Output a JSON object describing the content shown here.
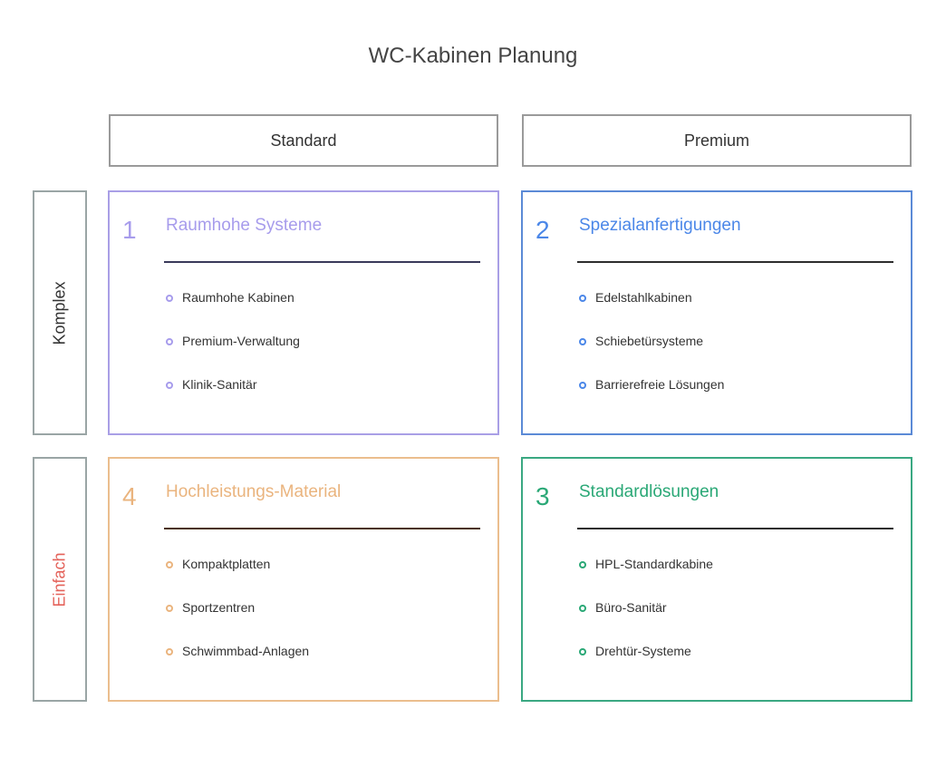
{
  "title": "WC-Kabinen Planung",
  "columns": [
    "Standard",
    "Premium"
  ],
  "rows": [
    {
      "label": "Komplex",
      "color": "#333333"
    },
    {
      "label": "Einfach",
      "color": "#e4625a"
    }
  ],
  "quadrants": [
    {
      "number": "1",
      "title": "Raumhohe Systeme",
      "color": "#a79cec",
      "border_color": "#a99fe6",
      "divider_color": "#3a3a5a",
      "items": [
        "Raumhohe Kabinen",
        "Premium-Verwaltung",
        "Klinik-Sanitär"
      ]
    },
    {
      "number": "2",
      "title": "Spezialanfertigungen",
      "color": "#4b87e8",
      "border_color": "#5b8ad6",
      "divider_color": "#2e2e2e",
      "items": [
        "Edelstahlkabinen",
        "Schiebetürsysteme",
        "Barrierefreie Lösungen"
      ]
    },
    {
      "number": "4",
      "title": "Hochleistungs-Material",
      "color": "#eab47e",
      "border_color": "#ebbe8e",
      "divider_color": "#4a3210",
      "items": [
        "Kompaktplatten",
        "Sportzentren",
        "Schwimmbad-Anlagen"
      ]
    },
    {
      "number": "3",
      "title": "Standardlösungen",
      "color": "#2aa876",
      "border_color": "#3aa882",
      "divider_color": "#2e2e2e",
      "items": [
        "HPL-Standardkabine",
        "Büro-Sanitär",
        "Drehtür-Systeme"
      ]
    }
  ]
}
